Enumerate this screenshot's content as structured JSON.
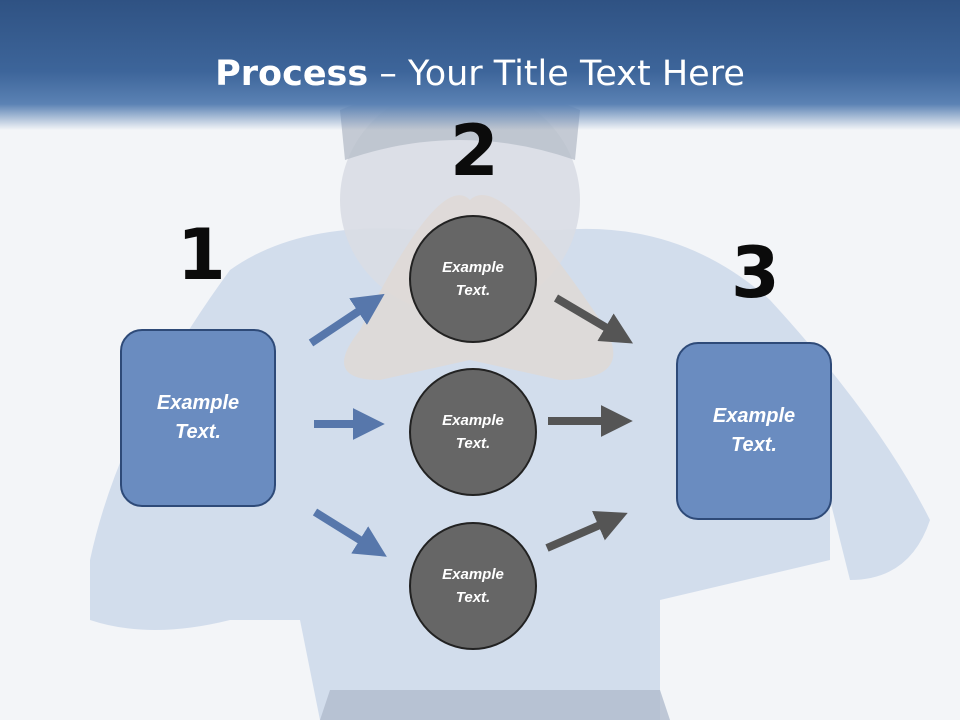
{
  "header": {
    "title_bold": "Process",
    "title_rest": " – Your Title Text Here"
  },
  "steps": [
    {
      "number": "1",
      "text": "Example Text."
    },
    {
      "number": "2",
      "text": "Example Text."
    },
    {
      "number": "3",
      "text": "Example Text."
    }
  ],
  "circles": [
    {
      "text": "Example Text."
    },
    {
      "text": "Example Text."
    },
    {
      "text": "Example Text."
    }
  ],
  "colors": {
    "header": "#3d659a",
    "box": "#6a8cc0",
    "circle": "#666666",
    "arrow_blue": "#5777ab",
    "arrow_gray": "#555555"
  }
}
